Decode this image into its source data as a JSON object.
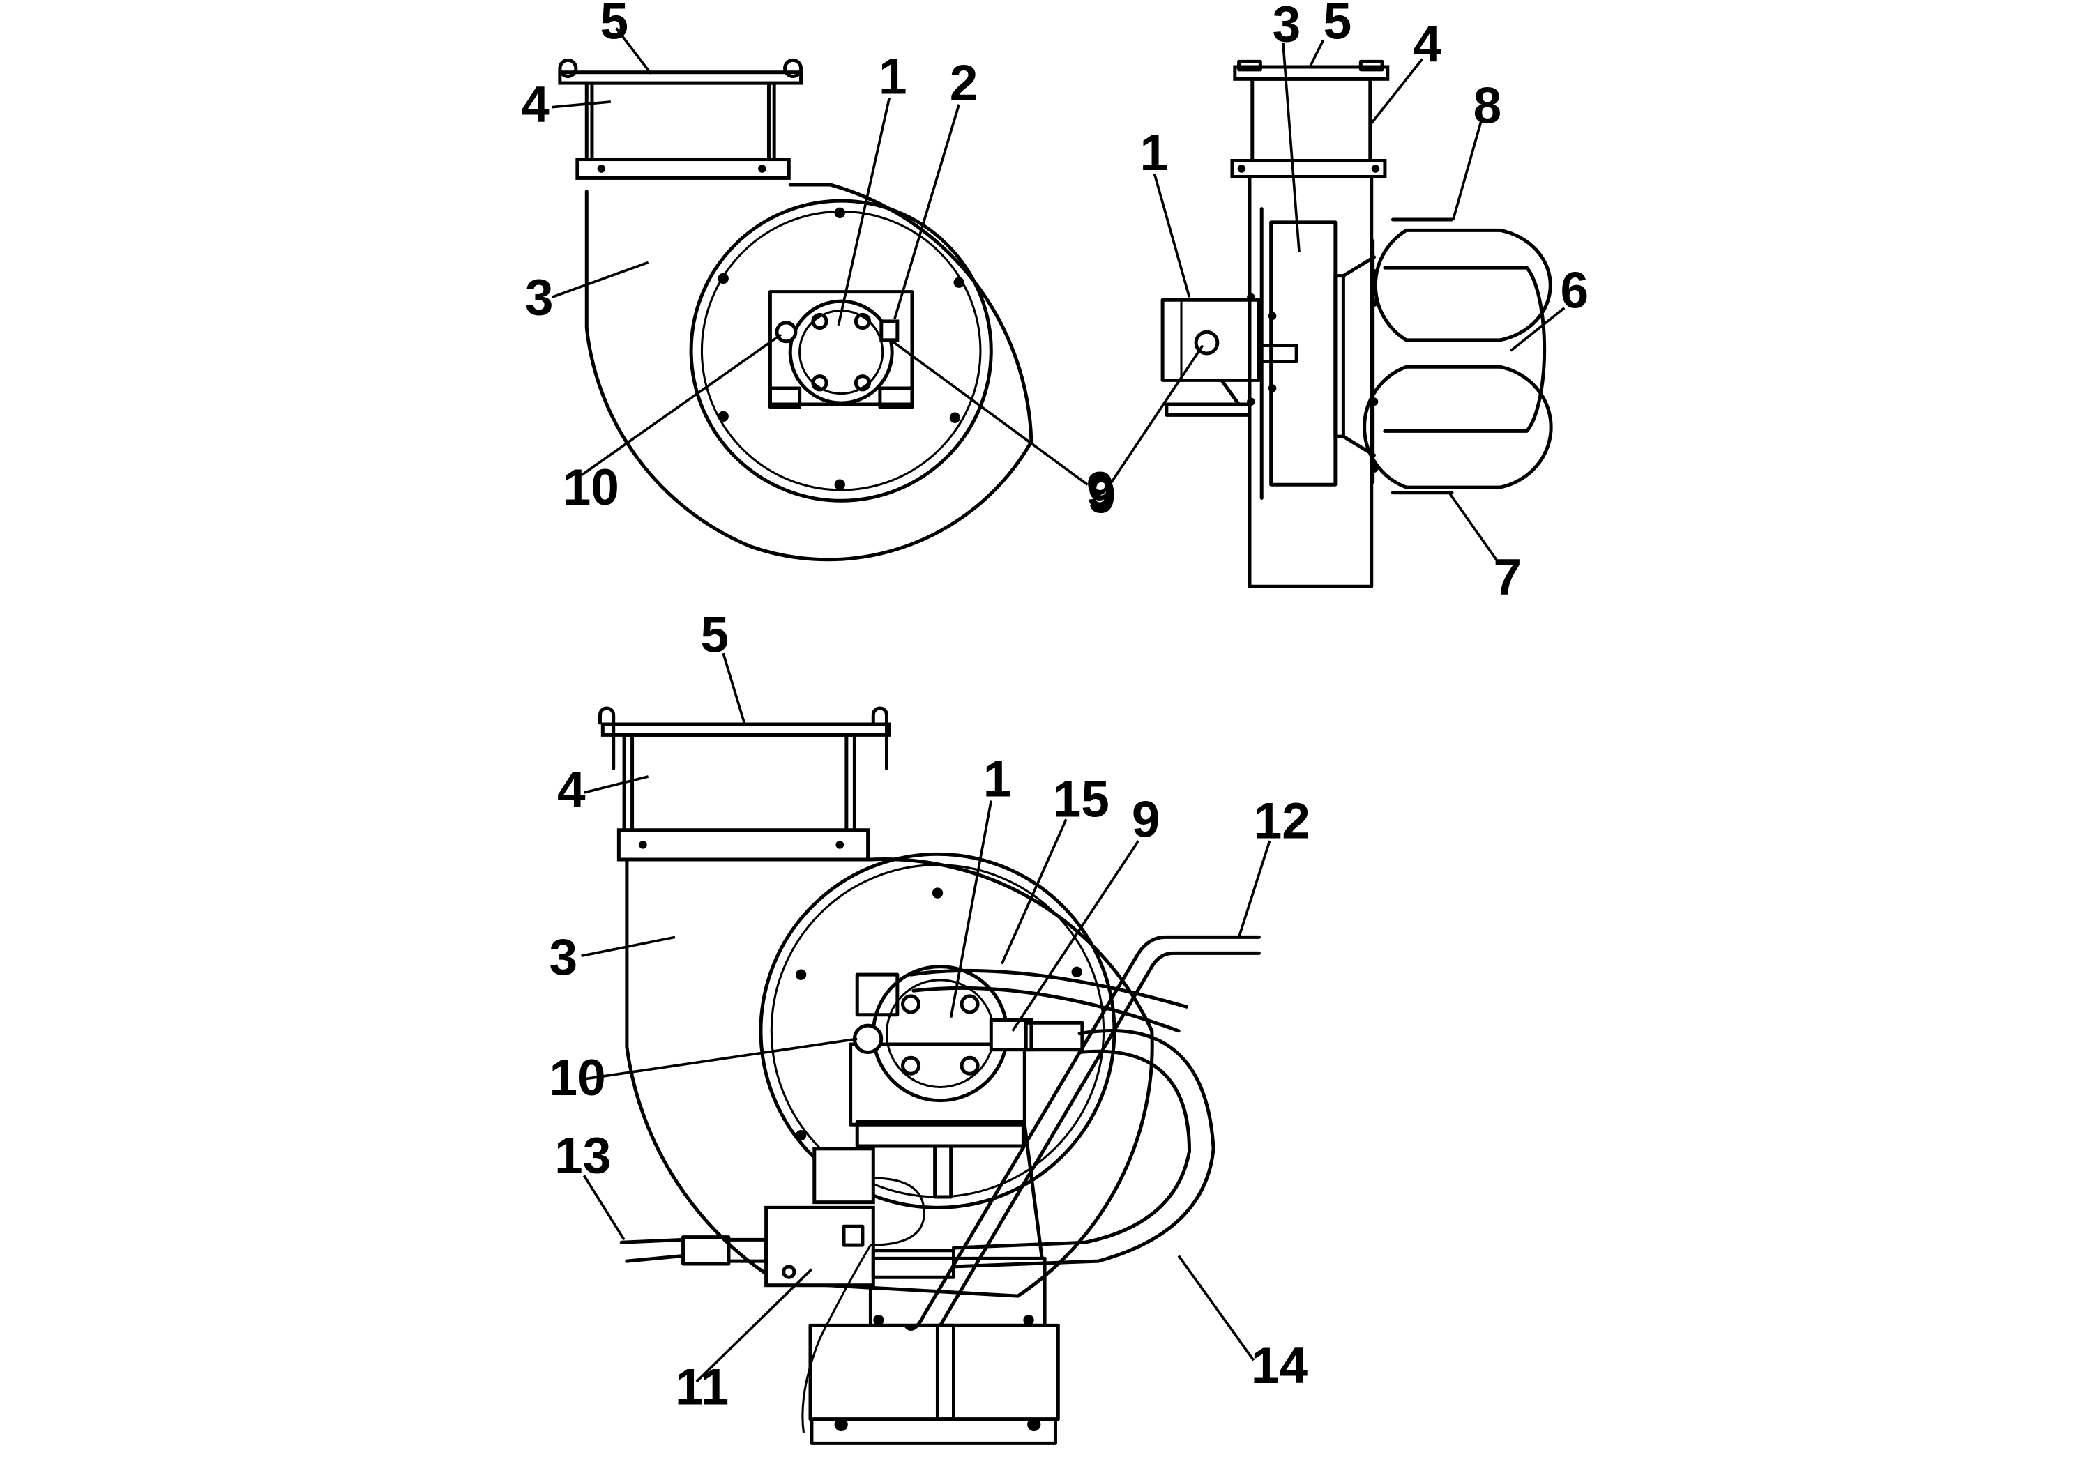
{
  "figure": {
    "views": [
      "front-view",
      "side-view",
      "installed-view"
    ],
    "callouts": {
      "front": {
        "c1": "1",
        "c2": "2",
        "c3": "3",
        "c4": "4",
        "c5": "5",
        "c9": "9",
        "c10": "10"
      },
      "side": {
        "c1": "1",
        "c3": "3",
        "c4": "4",
        "c5": "5",
        "c6": "6",
        "c7": "7",
        "c8": "8",
        "c9": "9"
      },
      "installed": {
        "c1": "1",
        "c3": "3",
        "c4": "4",
        "c5": "5",
        "c9": "9",
        "c10": "10",
        "c11": "11",
        "c12": "12",
        "c13": "13",
        "c14": "14",
        "c15": "15"
      }
    }
  }
}
